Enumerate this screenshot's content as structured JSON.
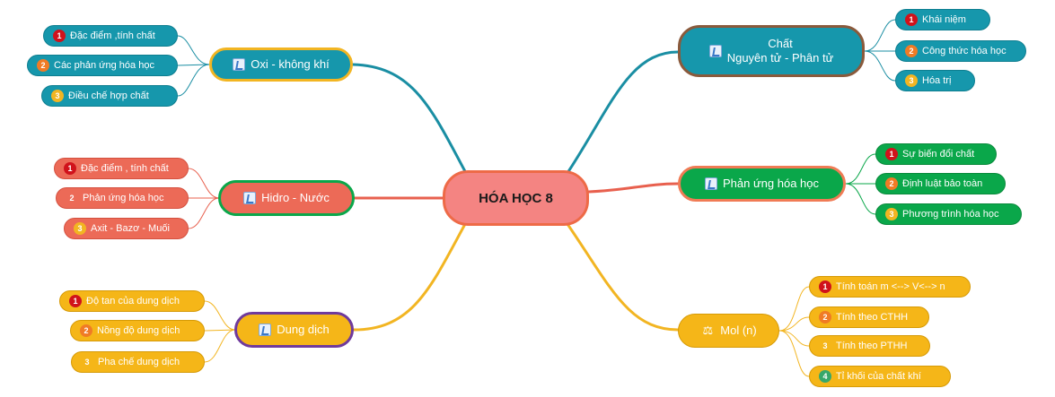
{
  "central": {
    "label": "HÓA HỌC 8"
  },
  "colors": {
    "teal": "#1697ac",
    "green": "#0aa74a",
    "salmon": "#ec6a57",
    "yellow": "#f5b618",
    "central": "#f48482"
  },
  "branches": {
    "oxi": {
      "label": "Oxi - không khí",
      "icon": "flask-icon",
      "items": [
        {
          "num": "1",
          "label": "Đặc điểm ,tính chất"
        },
        {
          "num": "2",
          "label": "Các phản ứng hóa học"
        },
        {
          "num": "3",
          "label": "Điều chế hợp chất"
        }
      ]
    },
    "hidro": {
      "label": "Hidro - Nước",
      "icon": "flask-icon",
      "items": [
        {
          "num": "1",
          "label": "Đặc điểm , tính chất"
        },
        {
          "num": "2",
          "label": "Phản ứng hóa học"
        },
        {
          "num": "3",
          "label": "Axit - Bazơ - Muối"
        }
      ]
    },
    "dungdich": {
      "label": "Dung dịch",
      "icon": "flask-icon",
      "items": [
        {
          "num": "1",
          "label": "Độ tan của dung dịch"
        },
        {
          "num": "2",
          "label": "Nồng độ dung dịch"
        },
        {
          "num": "3",
          "label": "Pha chế dung dịch"
        }
      ]
    },
    "chat": {
      "label_line1": "Chất",
      "label_line2": "Nguyên tử - Phân tử",
      "icon": "flask-icon",
      "items": [
        {
          "num": "1",
          "label": "Khái niệm"
        },
        {
          "num": "2",
          "label": "Công thức hóa học"
        },
        {
          "num": "3",
          "label": "Hóa trị"
        }
      ]
    },
    "phanung": {
      "label": "Phản ứng hóa học",
      "icon": "flask-icon",
      "items": [
        {
          "num": "1",
          "label": "Sự biến đổi chất"
        },
        {
          "num": "2",
          "label": "Định luật bảo toàn"
        },
        {
          "num": "3",
          "label": "Phương trình hóa học"
        }
      ]
    },
    "mol": {
      "label": "Mol (n)",
      "icon": "balance-icon",
      "items": [
        {
          "num": "1",
          "label": "Tính toán m  <--> V<--> n"
        },
        {
          "num": "2",
          "label": "Tính theo CTHH"
        },
        {
          "num": "3",
          "label": "Tính theo PTHH"
        },
        {
          "num": "4",
          "label": "Tỉ khối của chất khí"
        }
      ]
    }
  }
}
